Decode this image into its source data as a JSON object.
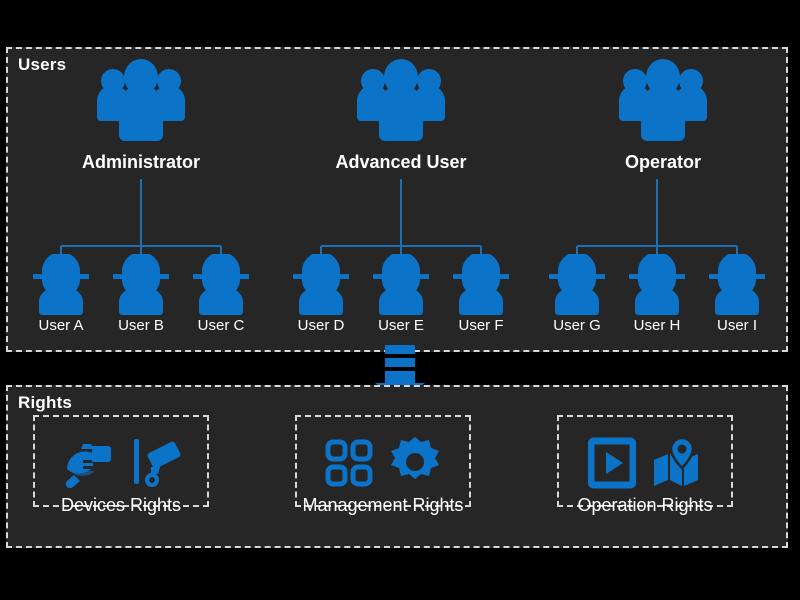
{
  "palette": {
    "background": "#000000",
    "panel": "#262626",
    "accent_blue": "#0c74c8",
    "border_dashed": "#d8d8d8",
    "text": "#ffffff"
  },
  "users_section": {
    "title": "Users",
    "groups": [
      {
        "role": "Administrator",
        "icon": "user-group-icon",
        "members": [
          {
            "label": "User A",
            "icon": "user-hat-icon"
          },
          {
            "label": "User B",
            "icon": "user-hat-icon"
          },
          {
            "label": "User C",
            "icon": "user-hat-icon"
          }
        ]
      },
      {
        "role": "Advanced User",
        "icon": "user-group-icon",
        "members": [
          {
            "label": "User D",
            "icon": "user-hat-icon"
          },
          {
            "label": "User E",
            "icon": "user-hat-icon"
          },
          {
            "label": "User F",
            "icon": "user-hat-icon"
          }
        ]
      },
      {
        "role": "Operator",
        "icon": "user-group-icon",
        "members": [
          {
            "label": "User G",
            "icon": "user-hat-icon"
          },
          {
            "label": "User H",
            "icon": "user-hat-icon"
          },
          {
            "label": "User I",
            "icon": "user-hat-icon"
          }
        ]
      }
    ]
  },
  "flow": {
    "arrow": "down-arrow-icon"
  },
  "rights_section": {
    "title": "Rights",
    "boxes": [
      {
        "label": "Devices Rights",
        "icons": [
          "dome-camera-icon",
          "bullet-camera-icon"
        ]
      },
      {
        "label": "Management Rights",
        "icons": [
          "grid-squares-icon",
          "gear-icon"
        ]
      },
      {
        "label": "Operation Rights",
        "icons": [
          "play-square-icon",
          "map-pin-icon"
        ]
      }
    ]
  }
}
